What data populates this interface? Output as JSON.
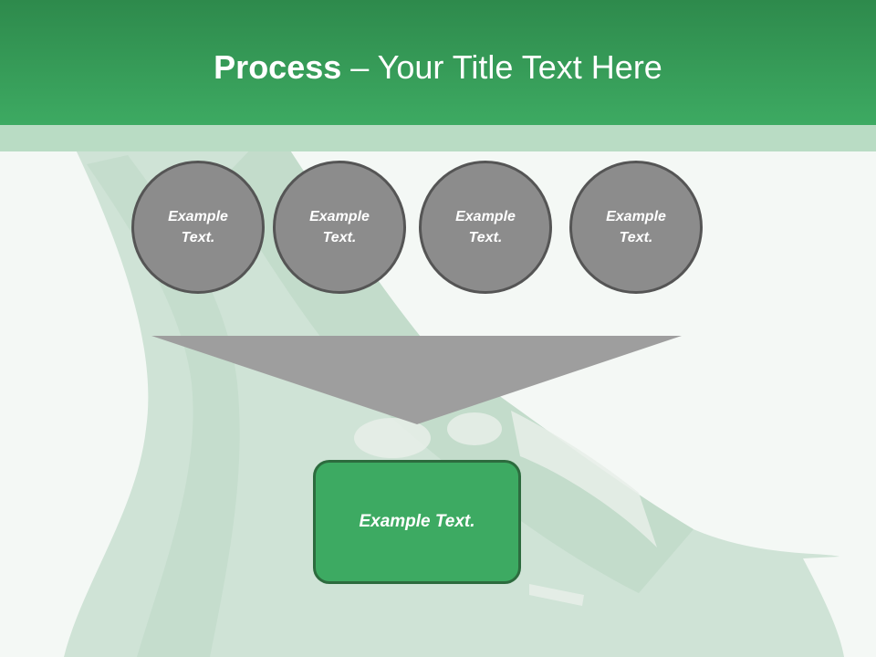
{
  "title": {
    "bold": "Process",
    "rest": " – Your Title Text Here"
  },
  "steps": [
    {
      "label": "Example Text."
    },
    {
      "label": "Example Text."
    },
    {
      "label": "Example Text."
    },
    {
      "label": "Example Text."
    }
  ],
  "result": {
    "label": "Example Text."
  },
  "colors": {
    "header": "#3daa62",
    "circle": "#8c8c8c",
    "funnel": "#9e9e9e",
    "result": "#3daa62"
  }
}
